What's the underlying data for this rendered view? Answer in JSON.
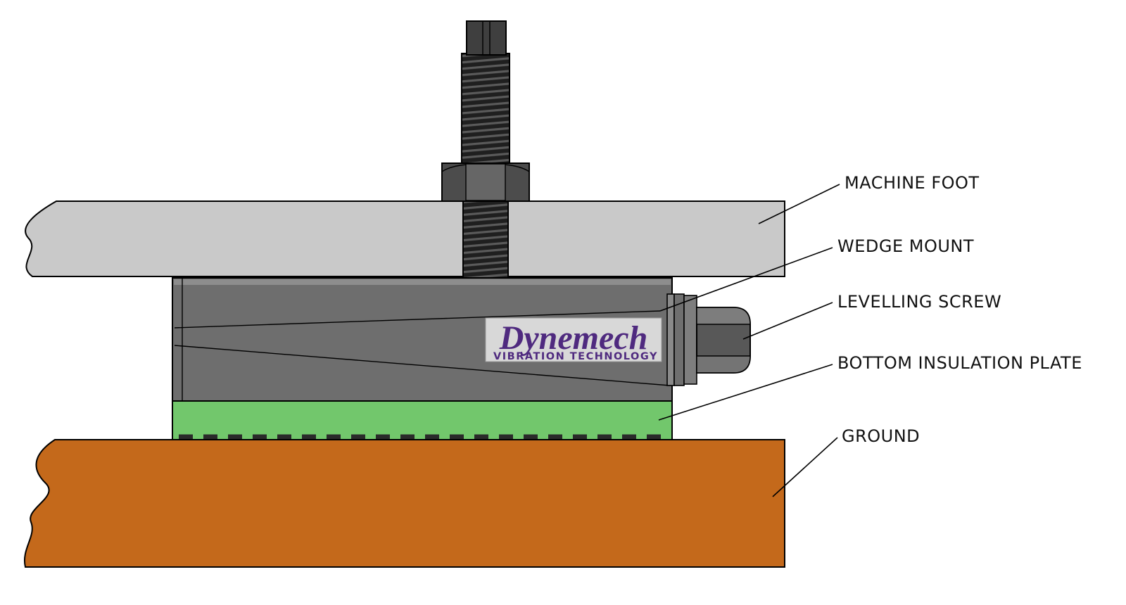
{
  "diagram": {
    "labels": {
      "machine_foot": "MACHINE FOOT",
      "wedge_mount": "WEDGE MOUNT",
      "levelling_screw": "LEVELLING SCREW",
      "bottom_insulation_plate": "BOTTOM INSULATION PLATE",
      "ground": "GROUND"
    },
    "logo": {
      "brand": "Dynemech",
      "tagline": "VIBRATION TECHNOLOGY"
    },
    "colors": {
      "machine_foot": "#c9c9c9",
      "wedge_mount": "#6e6e6e",
      "wedge_mount_highlight": "#8d8d8d",
      "insulation_plate": "#72c76c",
      "ground": "#c4691b",
      "thread_dark": "#1f1f1f",
      "thread_light": "#5a5a5a",
      "nut_face": "#666666",
      "nut_side": "#4c4c4c",
      "bolt_mid": "#585858",
      "bolt_top": "#7d7d7d",
      "bolt_bottom": "#747474",
      "logo_bg": "#d8d8d8",
      "logo_purple": "#4f2a7f",
      "outline": "#000000"
    }
  }
}
